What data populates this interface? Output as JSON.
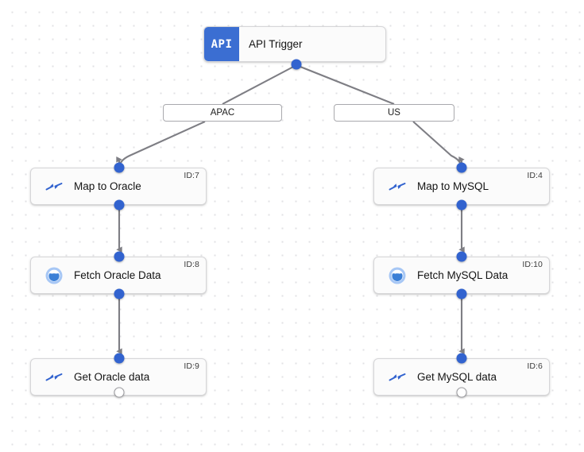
{
  "diagram": {
    "type": "workflow-flowchart",
    "background": "dotted-grid",
    "accent_color": "#3263cf",
    "badge_color": "#3b6ed2",
    "edge_color": "#7e7e84"
  },
  "trigger": {
    "badge_text": "API",
    "title": "API Trigger",
    "icon": "api-badge"
  },
  "branches": [
    {
      "label": "APAC",
      "side": "left"
    },
    {
      "label": "US",
      "side": "right"
    }
  ],
  "nodes": [
    {
      "title": "Map to Oracle",
      "id_label": "ID:7",
      "icon": "map-transform-icon",
      "column": "left",
      "row": "map"
    },
    {
      "title": "Fetch Oracle Data",
      "id_label": "ID:8",
      "icon": "database-plug-icon",
      "column": "left",
      "row": "fetch"
    },
    {
      "title": "Get Oracle data",
      "id_label": "ID:9",
      "icon": "map-transform-icon",
      "column": "left",
      "row": "get"
    },
    {
      "title": "Map to MySQL",
      "id_label": "ID:4",
      "icon": "map-transform-icon",
      "column": "right",
      "row": "map"
    },
    {
      "title": "Fetch MySQL Data",
      "id_label": "ID:10",
      "icon": "database-plug-icon",
      "column": "right",
      "row": "fetch"
    },
    {
      "title": "Get MySQL data",
      "id_label": "ID:6",
      "icon": "map-transform-icon",
      "column": "right",
      "row": "get"
    }
  ]
}
